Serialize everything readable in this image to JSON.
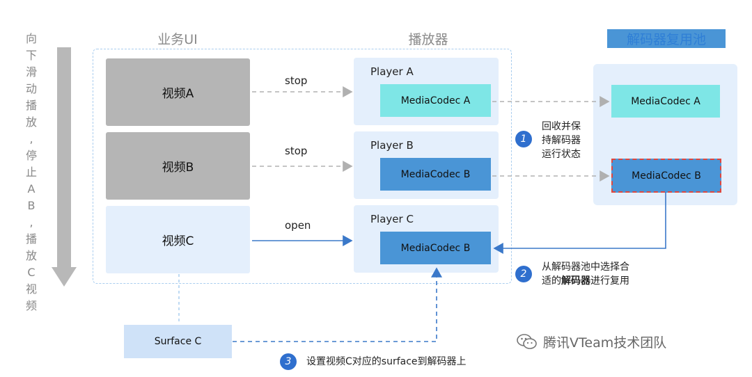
{
  "columns": {
    "business_ui": "业务UI",
    "player": "播放器",
    "codec_pool": "解码器复用池"
  },
  "side_label": [
    "向",
    "下",
    "滑",
    "动",
    "播",
    "放",
    ",",
    "停",
    "止",
    "A",
    "B",
    ",",
    "播",
    "放",
    "C",
    "视",
    "频"
  ],
  "videos": [
    {
      "label": "视频A"
    },
    {
      "label": "视频B"
    },
    {
      "label": "视频C"
    }
  ],
  "arrows": {
    "a": "stop",
    "b": "stop",
    "c": "open"
  },
  "players": [
    {
      "title": "Player A",
      "codec": "MediaCodec A"
    },
    {
      "title": "Player B",
      "codec": "MediaCodec B"
    },
    {
      "title": "Player C",
      "codec": "MediaCodec B"
    }
  ],
  "pool": {
    "codec_a": "MediaCodec A",
    "codec_b": "MediaCodec B"
  },
  "steps": [
    {
      "num": "1",
      "lines": [
        "回收并保",
        "持解码器",
        "运行状态"
      ]
    },
    {
      "num": "2",
      "lines": [
        "从解码器池中选择合",
        "适的",
        "解码器",
        "进行复用"
      ]
    },
    {
      "num": "3",
      "text": "设置视频C对应的surface到解码器上"
    }
  ],
  "surface": "Surface C",
  "watermark": "腾讯VTeam技术团队",
  "colors": {
    "gray_box": "#b5b5b5",
    "light_blue": "#e4effc",
    "cyan": "#7ee6e6",
    "codec_blue": "#4a95d6",
    "accent": "#2f6fce"
  }
}
